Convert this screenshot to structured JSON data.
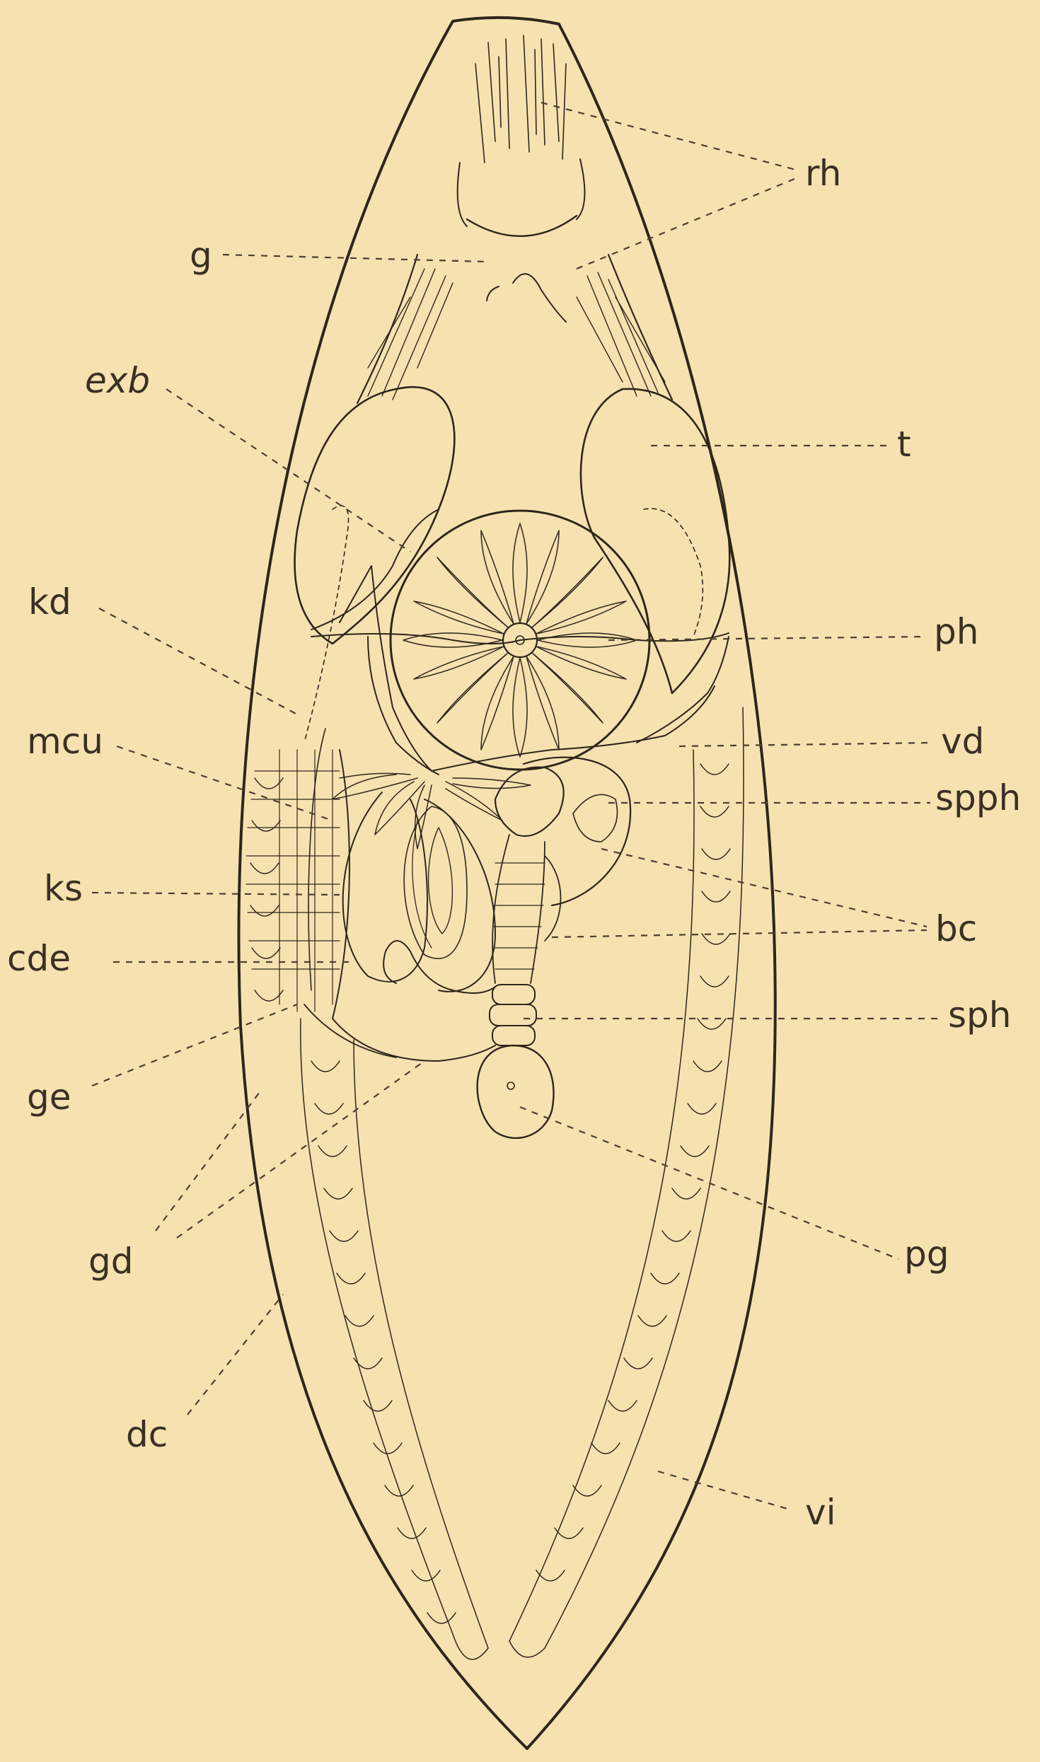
{
  "figure": {
    "background": "#f6e2b0",
    "ink_color": "#2e261b",
    "labels": {
      "rh": "rh",
      "g": "g",
      "exb": "exb",
      "t": "t",
      "kd": "kd",
      "ph": "ph",
      "mcu": "mcu",
      "vd": "vd",
      "spph": "spph",
      "ks": "ks",
      "bc": "bc",
      "cde": "cde",
      "sph": "sph",
      "ge": "ge",
      "pg": "pg",
      "gd": "gd",
      "dc": "dc",
      "vi": "vi"
    }
  }
}
